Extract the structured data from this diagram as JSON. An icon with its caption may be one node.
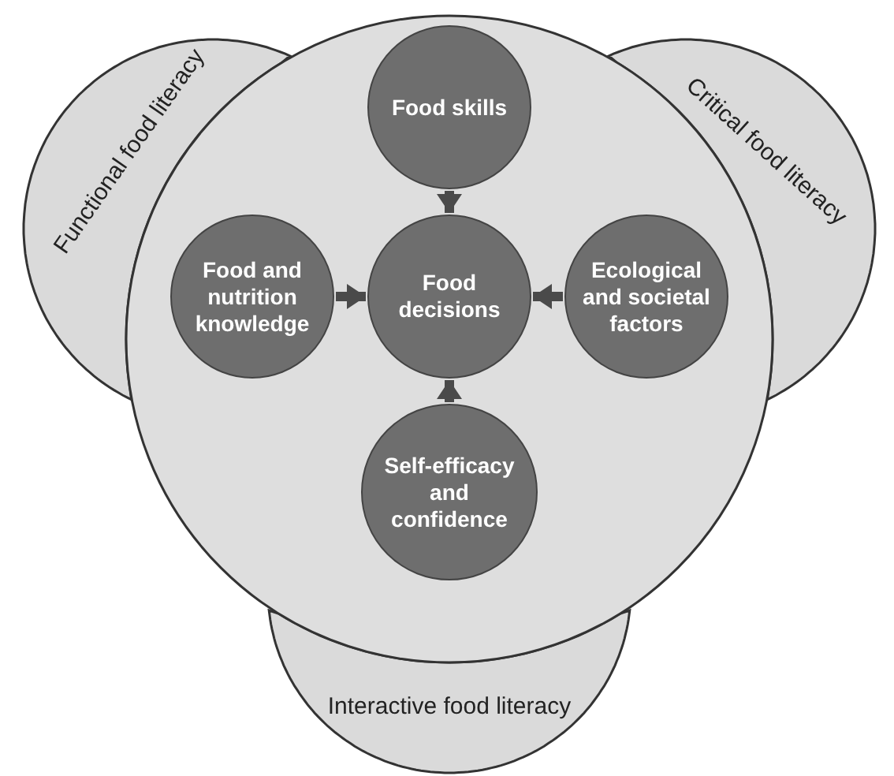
{
  "diagram": {
    "nodes": [
      {
        "text": [
          "Functional food literacy"
        ]
      },
      {
        "text": [
          "Critical food literacy"
        ]
      },
      {
        "text": [
          "Interactive food literacy"
        ]
      },
      {
        "text": [],
        "shape": "circle"
      },
      {
        "text": [
          "Food skills"
        ],
        "in": 3
      },
      {
        "text": [
          "Food and nutrition knowledge"
        ],
        "in": 3
      },
      {
        "text": [
          "Food decisions"
        ],
        "in": 3
      },
      {
        "text": [
          "Ecological and societal factors"
        ],
        "in": 3
      },
      {
        "text": [
          "Self-efficacy and confidence"
        ],
        "in": 3
      }
    ],
    "edges": [
      {
        "from": 4,
        "to": 6,
        "arrow": "to"
      },
      {
        "from": 5,
        "to": 6,
        "arrow": "to"
      },
      {
        "from": 7,
        "to": 6,
        "arrow": "to"
      },
      {
        "from": 8,
        "to": 6,
        "arrow": "to"
      }
    ]
  }
}
